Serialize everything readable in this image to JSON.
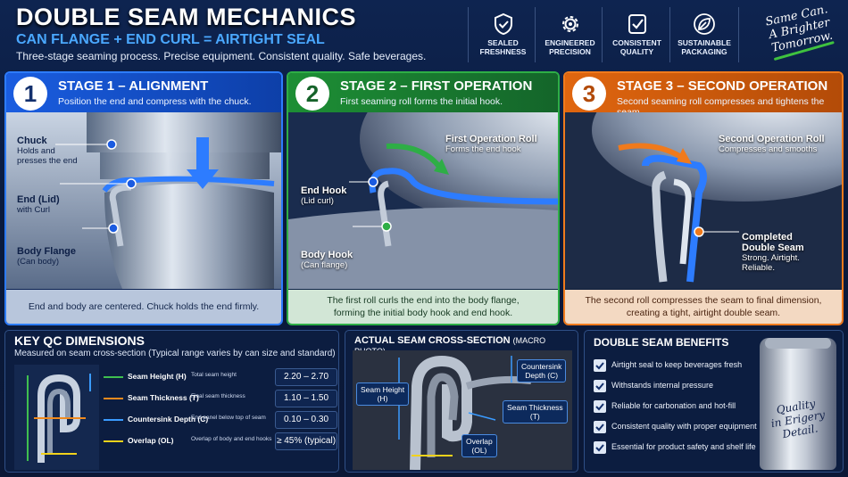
{
  "header": {
    "title": "DOUBLE SEAM MECHANICS",
    "subtitle": "CAN FLANGE + END CURL = AIRTIGHT SEAL",
    "tagline": "Three-stage seaming process. Precise equipment. Consistent quality. Safe beverages."
  },
  "features": [
    {
      "icon": "shield-check-icon",
      "line1": "SEALED",
      "line2": "FRESHNESS"
    },
    {
      "icon": "gear-icon",
      "line1": "ENGINEERED",
      "line2": "PRECISION"
    },
    {
      "icon": "check-badge-icon",
      "line1": "CONSISTENT",
      "line2": "QUALITY"
    },
    {
      "icon": "leaf-icon",
      "line1": "SUSTAINABLE",
      "line2": "PACKAGING"
    }
  ],
  "slogan": {
    "line1": "Same Can.",
    "line2": "A Brighter",
    "line3": "Tomorrow."
  },
  "stages": [
    {
      "num": "1",
      "title": "STAGE 1 – ALIGNMENT",
      "desc": "Position the end and compress with the chuck.",
      "labels": [
        {
          "t": "Chuck",
          "s1": "Holds and",
          "s2": "presses the end"
        },
        {
          "t": "End (Lid)",
          "s1": "with Curl"
        },
        {
          "t": "Body Flange",
          "s1": "(Can body)"
        }
      ],
      "foot1": "End and body are centered. Chuck holds the end firmly.",
      "foot2": ""
    },
    {
      "num": "2",
      "title": "STAGE 2 – FIRST OPERATION",
      "desc": "First seaming roll forms the initial hook.",
      "labels": [
        {
          "t": "First Operation Roll",
          "s1": "Forms the end hook"
        },
        {
          "t": "End Hook",
          "s1": "(Lid curl)"
        },
        {
          "t": "Body Hook",
          "s1": "(Can flange)"
        }
      ],
      "foot1": "The first roll curls the end into the body flange,",
      "foot2": "forming the initial body hook and end hook."
    },
    {
      "num": "3",
      "title": "STAGE 3 – SECOND OPERATION",
      "desc": "Second seaming roll compresses and tightens the seam.",
      "labels": [
        {
          "t": "Second Operation Roll",
          "s1": "Compresses and smooths"
        },
        {
          "t": "Completed",
          "t2": "Double Seam",
          "s1": "Strong. Airtight.",
          "s2": "Reliable."
        }
      ],
      "foot1": "The second roll compresses the seam to final dimension,",
      "foot2": "creating a tight, airtight double seam."
    }
  ],
  "qc": {
    "title": "KEY QC DIMENSIONS",
    "sub": "Measured on seam cross-section  (Typical range varies by can size and standard)",
    "rows": [
      {
        "name": "Seam Height (H)",
        "desc": "Total seam height",
        "value": "2.20 – 2.70 mm",
        "color": "#3fbf4f"
      },
      {
        "name": "Seam Thickness (T)",
        "desc": "Final seam thickness",
        "value": "1.10 – 1.50 mm",
        "color": "#f08a1e"
      },
      {
        "name": "Countersink Depth (C)",
        "desc": "End panel below top of seam",
        "value": "0.10 – 0.30 mm",
        "color": "#3a9bff"
      },
      {
        "name": "Overlap (OL)",
        "desc": "Overlap of body and end hooks",
        "value": "≥ 45% (typical)",
        "color": "#f2d21b"
      }
    ]
  },
  "xsec": {
    "title": "ACTUAL SEAM CROSS-SECTION",
    "title_note": "(MACRO PHOTO)",
    "labels": {
      "h1": "Seam Height",
      "h2": "(H)",
      "c1": "Countersink",
      "c2": "Depth (C)",
      "t1": "Seam Thickness",
      "t2": "(T)",
      "o1": "Overlap",
      "o2": "(OL)"
    }
  },
  "benefits": {
    "title": "DOUBLE SEAM BENEFITS",
    "items": [
      "Airtight seal to keep beverages fresh",
      "Withstands internal pressure",
      "Reliable for carbonation and hot-fill",
      "Consistent quality with proper equipment",
      "Essential for product safety and shelf life"
    ],
    "can_text": {
      "l1": "Quality",
      "l2": "in Erigery",
      "l3": "Detail."
    }
  },
  "colors": {
    "stage1": "#2d7cff",
    "stage2": "#2eae46",
    "stage3": "#f07a1c",
    "accent": "#4aa8ff"
  }
}
